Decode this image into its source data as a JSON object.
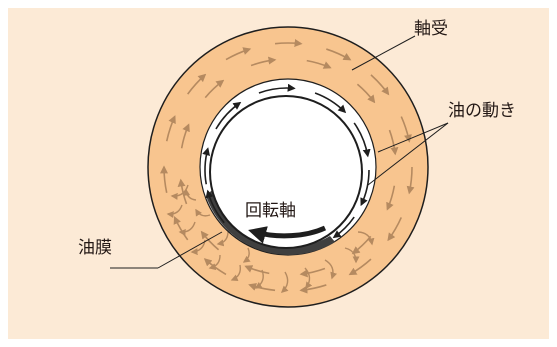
{
  "labels": {
    "bearing": "軸受",
    "oil_motion": "油の動き",
    "rotating_shaft": "回転軸",
    "oil_film": "油膜"
  },
  "colors": {
    "background_panel": "#FCEAD6",
    "bearing_fill": "#F8C58F",
    "bearing_stroke": "#1E1E1E",
    "shaft_fill": "#FFFFFF",
    "flow_arrow": "#B58A60",
    "oil_film": "#3F3F3F",
    "text": "#231815"
  }
}
